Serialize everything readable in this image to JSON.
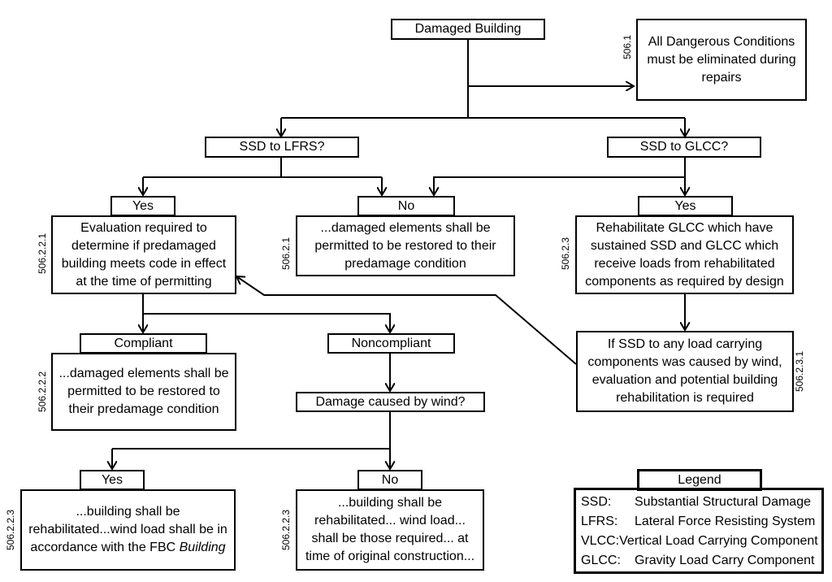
{
  "nodes": {
    "damaged_building": "Damaged Building",
    "dangerous": "All Dangerous Conditions must be eliminated during repairs",
    "ssd_lfrs": "SSD to LFRS?",
    "ssd_glcc": "SSD to GLCC?",
    "yes_left": "Yes",
    "no_mid": "No",
    "yes_right": "Yes",
    "evaluation": "Evaluation required to determine if predamaged building meets code in effect at the time of permitting",
    "restore_mid": "...damaged elements shall be permitted to be restored to their predamage condition",
    "rehab_glcc": "Rehabilitate GLCC which have sustained SSD and GLCC which receive loads from rehabilitated components as required by design",
    "compliant": "Compliant",
    "noncompliant": "Noncompliant",
    "if_ssd_wind": "If SSD to any load carrying components was caused by wind, evaluation and potential building rehabilitation is required",
    "restore_left": "...damaged elements shall be permitted to be restored to their predamage condition",
    "wind_question": "Damage caused by wind?",
    "yes_bottom": "Yes",
    "no_bottom": "No",
    "rehab_wind_prefix": "...building shall be rehabilitated...wind load shall be in accordance with the FBC ",
    "rehab_wind_italic": "Building",
    "rehab_original": "...building shall be rehabilitated... wind load... shall be those required... at time of original construction..."
  },
  "refs": {
    "r506_1": "506.1",
    "r506_2_1": "506.2.1",
    "r506_2_2_1": "506.2.2.1",
    "r506_2_3": "506.2.3",
    "r506_2_3_1": "506.2.3.1",
    "r506_2_2_2": "506.2.2.2",
    "r506_2_2_3_left": "506.2.2.3",
    "r506_2_2_3_right": "506.2.2.3"
  },
  "legend": {
    "title": "Legend",
    "items": [
      {
        "abbr": "SSD:",
        "text": "Substantial Structural Damage"
      },
      {
        "abbr": "LFRS:",
        "text": "Lateral Force Resisting System"
      },
      {
        "abbr": "VLCC:",
        "text": "Vertical Load Carrying Component"
      },
      {
        "abbr": "GLCC:",
        "text": "Gravity Load Carry Component"
      }
    ]
  }
}
